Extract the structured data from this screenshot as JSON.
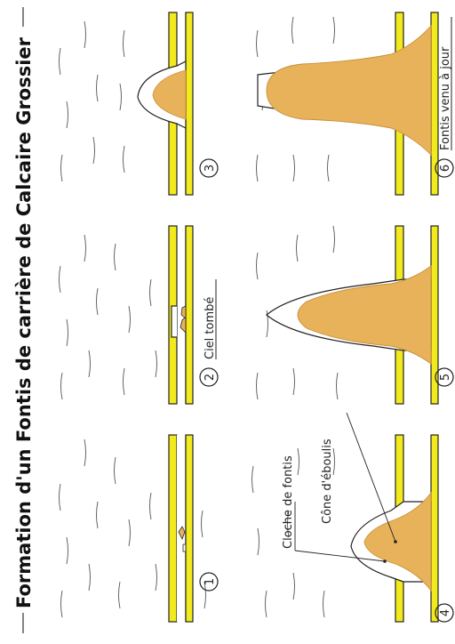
{
  "title": "Formation d'un Fontis de carrière de Calcaire Grossier",
  "colors": {
    "limestone_band": "#f2ea1c",
    "rubble": "#e8b25a",
    "rubble_edge": "#c8903a",
    "ink": "#222222"
  },
  "labels": {
    "cloche": "Cloche de fontis",
    "cone": "Cône d'éboulis",
    "ciel": "Ciel tombé",
    "venu": "Fontis venu à jour"
  },
  "stages": [
    {
      "num": "1"
    },
    {
      "num": "2"
    },
    {
      "num": "3"
    },
    {
      "num": "4"
    },
    {
      "num": "5"
    },
    {
      "num": "6"
    }
  ]
}
